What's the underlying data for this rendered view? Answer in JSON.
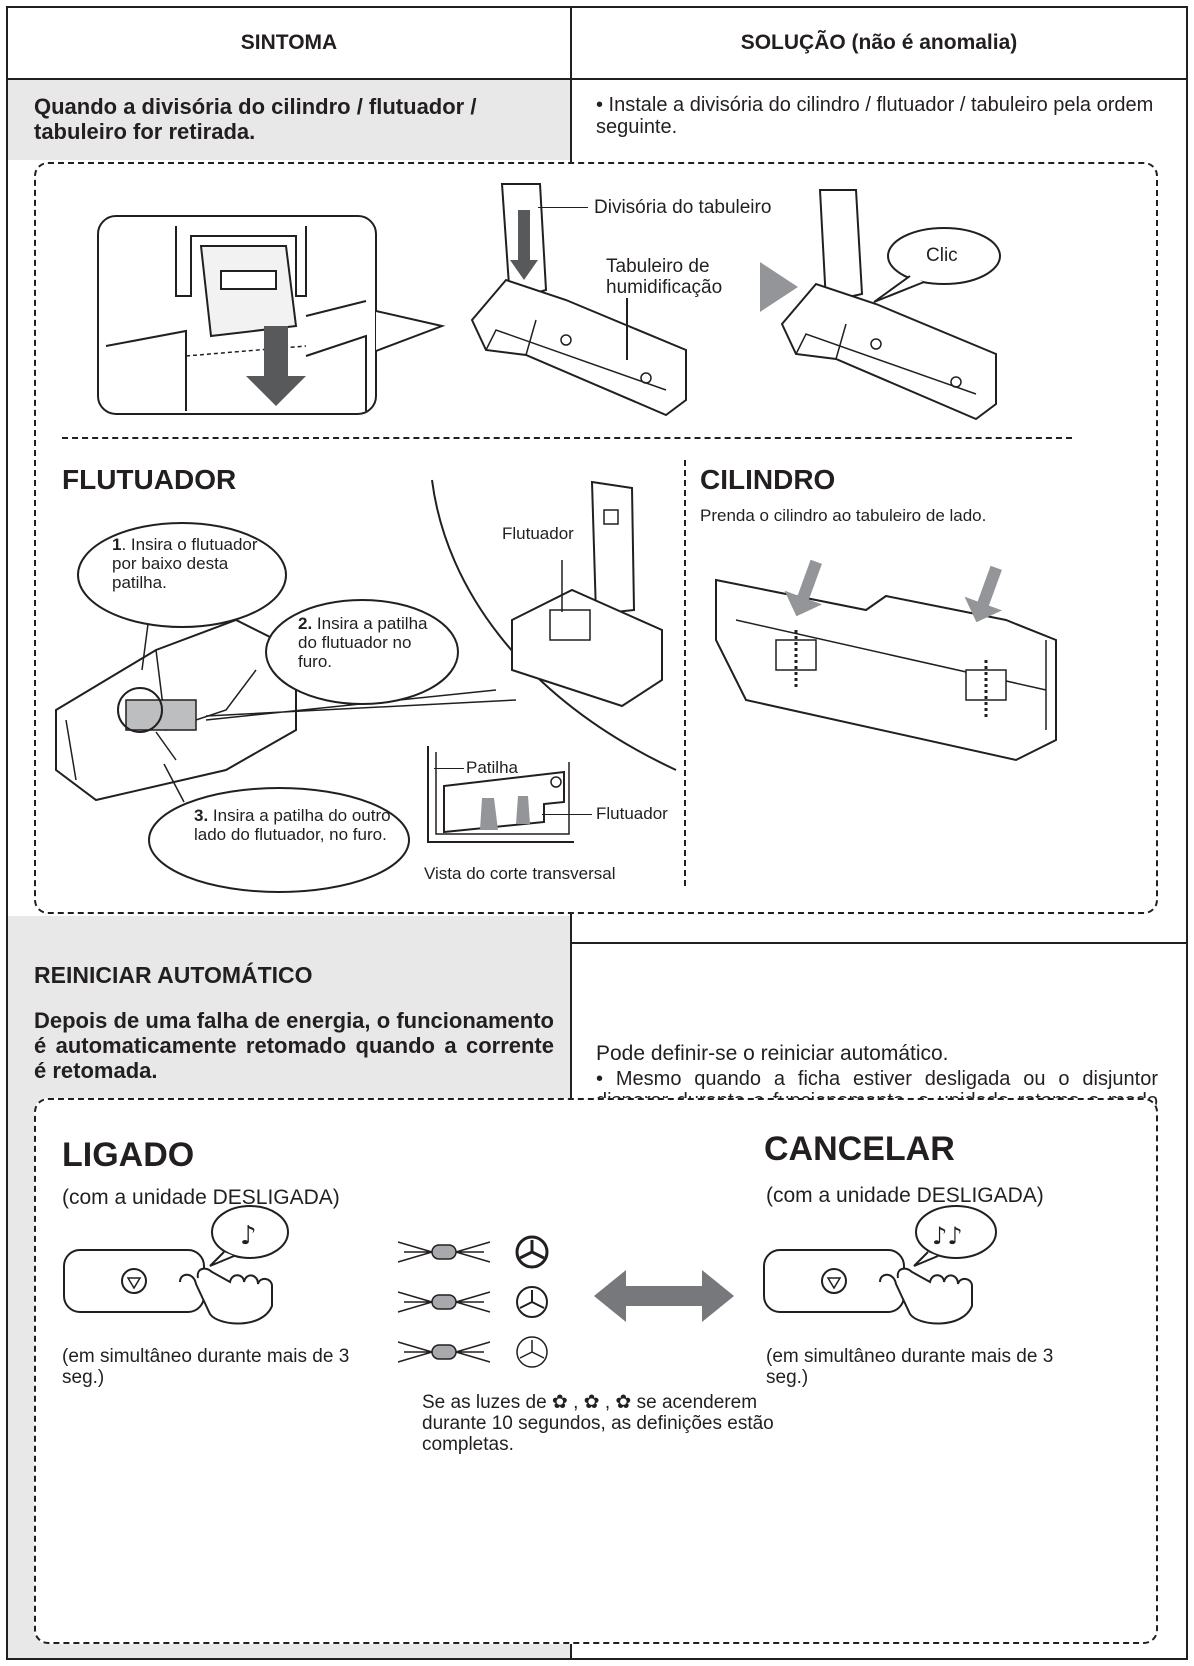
{
  "header": {
    "symptom_col": "SINTOMA",
    "solution_col": "SOLUÇÃO (não é anomalia)"
  },
  "row1": {
    "symptom": "Quando a divisória do cilindro / flutuador / tabuleiro for retirada.",
    "solution": "• Instale a divisória do cilindro / flutuador / tabuleiro pela ordem seguinte.",
    "tray_divider_label": "Divisória do tabuleiro",
    "humidification_tray_label": "Tabuleiro de humidificação",
    "click_label": "Clic",
    "float_title": "FLUTUADOR",
    "step1_num": "1",
    "step1_text": ". Insira o flutuador por baixo desta patilha.",
    "step2_num": "2.",
    "step2_text": "Insira a patilha do flutuador no furo.",
    "step3_num": "3.",
    "step3_text": "Insira a patilha do outro lado do flutuador, no furo.",
    "float_label": "Flutuador",
    "tab_label": "Patilha",
    "float_label2": "Flutuador",
    "cross_section": "Vista do corte transversal",
    "cylinder_title": "CILINDRO",
    "cylinder_text": "Prenda o cilindro ao tabuleiro de lado."
  },
  "row2": {
    "section_title": "REINICIAR AUTOMÁTICO",
    "symptom": "Depois de uma falha de energia, o funcionamento é automaticamente retomado quando a corrente é retomada.",
    "solution_line1": "Pode definir-se o reiniciar automático.",
    "solution_bullet": "• Mesmo quando a ficha estiver desligada ou o disjuntor disparar durante o funcionamento, a unidade retoma o modo de funcionamento e as definições anteriores quando a corrente é retomada.",
    "on_title": "LIGADO",
    "on_sub": "(com a unidade DESLIGADA)",
    "on_hold": "(em simultâneo durante mais de 3 seg.)",
    "cancel_title": "CANCELAR",
    "cancel_sub": "(com a unidade DESLIGADA)",
    "cancel_hold": "(em simultâneo durante mais de 3 seg.)",
    "lights_note": "Se as luzes de ✿ , ✿ , ✿ se acenderem durante 10 segundos, as definições estão completas."
  },
  "colors": {
    "ink": "#231f20",
    "shade": "#e8e8e9",
    "arrow": "#8a8a8c"
  },
  "icons": [
    "button-icon",
    "hand-icon",
    "music-note-icon",
    "fan-icon",
    "double-arrow-icon"
  ]
}
